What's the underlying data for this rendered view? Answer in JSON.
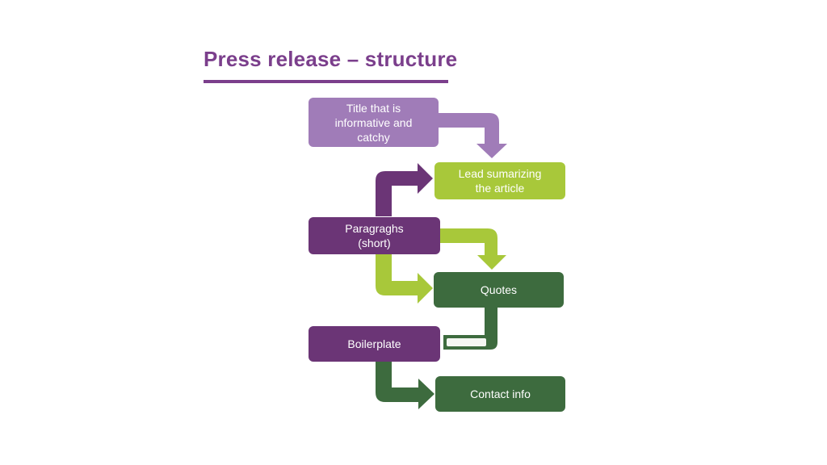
{
  "slide": {
    "title": "Press release – structure"
  },
  "colors": {
    "title": "#7b3f8c",
    "light_purple": "#a07cb8",
    "purple": "#6b3576",
    "lime": "#a8c83a",
    "dark_green": "#3d6b3e"
  },
  "diagram": {
    "nodes": [
      {
        "id": "title",
        "label": "Title that is informative and catchy"
      },
      {
        "id": "lead",
        "label": "Lead sumarizing the article"
      },
      {
        "id": "paragraphs",
        "label": "Paragraghs (short)"
      },
      {
        "id": "quotes",
        "label": "Quotes"
      },
      {
        "id": "boilerplate",
        "label": "Boilerplate"
      },
      {
        "id": "contact",
        "label": "Contact info"
      }
    ],
    "edges": [
      {
        "from": "title",
        "to": "lead",
        "color": "light_purple"
      },
      {
        "from": "paragraphs",
        "to": "lead",
        "color": "purple"
      },
      {
        "from": "paragraphs",
        "to": "quotes",
        "color": "lime"
      },
      {
        "from": "paragraphs",
        "to": "quotes",
        "color": "lime"
      },
      {
        "from": "quotes",
        "to": "boilerplate",
        "color": "dark_green"
      },
      {
        "from": "boilerplate",
        "to": "contact",
        "color": "dark_green"
      }
    ]
  }
}
